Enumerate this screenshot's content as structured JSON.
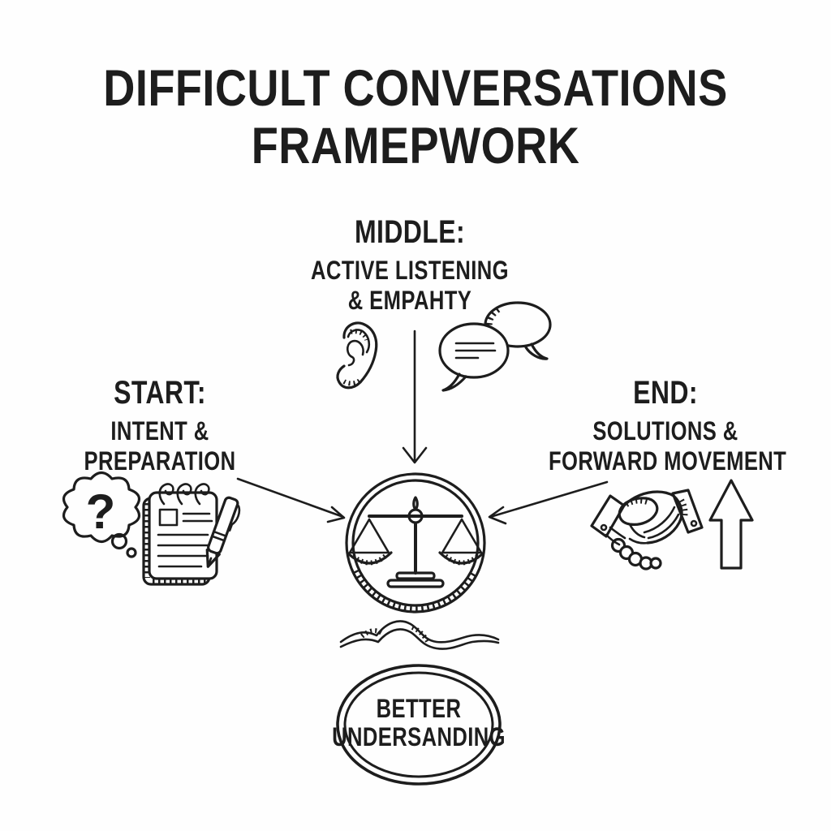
{
  "title": {
    "line1": "DIFFICULT CONVERSATIONS",
    "line2": "FRAMEPWORK"
  },
  "stages": {
    "start": {
      "heading": "START:",
      "line1": "INTENT &",
      "line2": "PREPARATION",
      "icons": [
        "thought-bubble-question-icon",
        "notepad-pen-icon"
      ]
    },
    "middle": {
      "heading": "MIDDLE:",
      "line1": "ACTIVE LISTENING",
      "line2": "& EMPAHTY",
      "icons": [
        "ear-icon",
        "speech-bubbles-icon"
      ]
    },
    "end": {
      "heading": "END:",
      "line1": "SOLUTIONS &",
      "line2": "FORWARD MOVEMENT",
      "icons": [
        "handshake-icon",
        "up-arrow-icon"
      ]
    }
  },
  "center": {
    "icon": "balance-scale-icon"
  },
  "outcome": {
    "line1": "BETTER",
    "line2": "UNDERSANDING"
  },
  "glyphs": {
    "question_mark": "?"
  },
  "colors": {
    "ink": "#1d1d1d",
    "background": "#fefefe"
  }
}
